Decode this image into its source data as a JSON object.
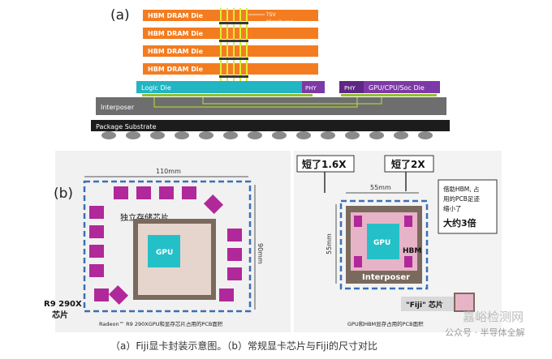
{
  "panel_a": {
    "label": "(a)",
    "hbm_layers": [
      "HBM DRAM Die",
      "HBM DRAM Die",
      "HBM DRAM Die",
      "HBM DRAM Die"
    ],
    "tsv_label": "TSV",
    "microbump_label": "Microbump",
    "logic_die": "Logic Die",
    "phy_left": "PHY",
    "phy_right": "PHY",
    "gpu_die": "GPU/CPU/Soc Die",
    "interposer": "Interposer",
    "package_substrate": "Package Substrate"
  },
  "panel_b": {
    "label": "(b)",
    "left": {
      "width_dim": "110mm",
      "height_dim": "90mm",
      "memory_label": "独立存储芯片",
      "gpu_label": "GPU",
      "chip_name_line1": "R9  290X",
      "chip_name_line2": "芯片",
      "caption": "Radeon™ R9 290XGPU和显存芯片占用的PCB面积"
    },
    "right": {
      "shorter1": "短了1.6X",
      "shorter2": "短了2X",
      "width_dim": "55mm",
      "height_dim": "55mm",
      "gpu_label": "GPU",
      "hbm_label": "HBM",
      "interposer_label": "Interposer",
      "note_line1": "借助HBM, 占",
      "note_line2": "用的PCB足迹",
      "note_line3": "缩小了",
      "note_big": "大约3倍",
      "fiji_label": "\"Fiji\" 芯片",
      "caption": "GPU和HBM显存占用的PCB面积"
    }
  },
  "watermark": {
    "site": "嘉峪检测网",
    "account": "公众号 · 半导体全解"
  },
  "caption": "（a）Fiji显卡封装示意图。（b）常规显卡芯片与Fiji的尺寸对比",
  "colors": {
    "hbm_orange": "#f47c20",
    "logic_teal": "#22b5c2",
    "purple": "#7d3aa6",
    "magenta": "#b0289a",
    "interposer_gray": "#6e6e6e",
    "substrate_black": "#1c1c1c",
    "dashed_blue": "#3b6fb6",
    "gpu_teal": "#24c0c8"
  }
}
